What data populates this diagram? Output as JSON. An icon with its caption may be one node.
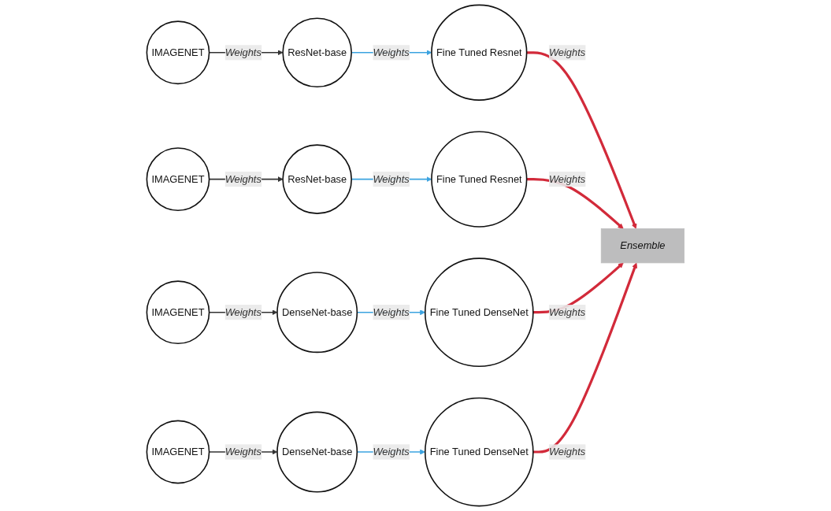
{
  "diagram": {
    "nodes": [
      {
        "text": [
          "IMAGENET"
        ]
      },
      {
        "text": [
          "ResNet-base"
        ]
      },
      {
        "text": [
          "Fine Tuned Resnet"
        ]
      },
      {
        "text": [
          "Ensemble"
        ]
      },
      {
        "text": [
          "IMAGENET"
        ]
      },
      {
        "text": [
          "ResNet-base"
        ]
      },
      {
        "text": [
          "Fine Tuned Resnet"
        ]
      },
      {
        "text": [
          "Fine Tuned DenseNet"
        ]
      },
      {
        "text": [
          "DenseNet-base"
        ]
      },
      {
        "text": [
          "IMAGENET"
        ]
      },
      {
        "text": [
          "Fine Tuned DenseNet"
        ]
      },
      {
        "text": [
          "DenseNet-base"
        ]
      },
      {
        "text": [
          "IMAGENET"
        ]
      }
    ],
    "edges": [
      {
        "from": 0,
        "to": 1,
        "arrow": "to",
        "label": "Weights",
        "color": "#333333"
      },
      {
        "from": 1,
        "to": 2,
        "arrow": "to",
        "label": "Weights",
        "color": "#3ba3e0"
      },
      {
        "from": 2,
        "to": 3,
        "arrow": "to",
        "label": "Weights",
        "color": "#d22a3a",
        "style": "thick"
      },
      {
        "from": 4,
        "to": 5,
        "arrow": "to",
        "label": "Weights",
        "color": "#333333"
      },
      {
        "from": 5,
        "to": 6,
        "arrow": "to",
        "label": "Weights",
        "color": "#3ba3e0"
      },
      {
        "from": 6,
        "to": 3,
        "arrow": "to",
        "label": "Weights",
        "color": "#d22a3a",
        "style": "thick"
      },
      {
        "from": 9,
        "to": 8,
        "arrow": "to",
        "label": "Weights",
        "color": "#333333"
      },
      {
        "from": 8,
        "to": 7,
        "arrow": "to",
        "label": "Weights",
        "color": "#3ba3e0"
      },
      {
        "from": 7,
        "to": 3,
        "arrow": "to",
        "label": "Weights",
        "color": "#d22a3a",
        "style": "thick"
      },
      {
        "from": 12,
        "to": 11,
        "arrow": "to",
        "label": "Weights",
        "color": "#333333"
      },
      {
        "from": 11,
        "to": 10,
        "arrow": "to",
        "label": "Weights",
        "color": "#3ba3e0"
      },
      {
        "from": 10,
        "to": 3,
        "arrow": "to",
        "label": "Weights",
        "color": "#d22a3a",
        "style": "thick"
      }
    ]
  }
}
